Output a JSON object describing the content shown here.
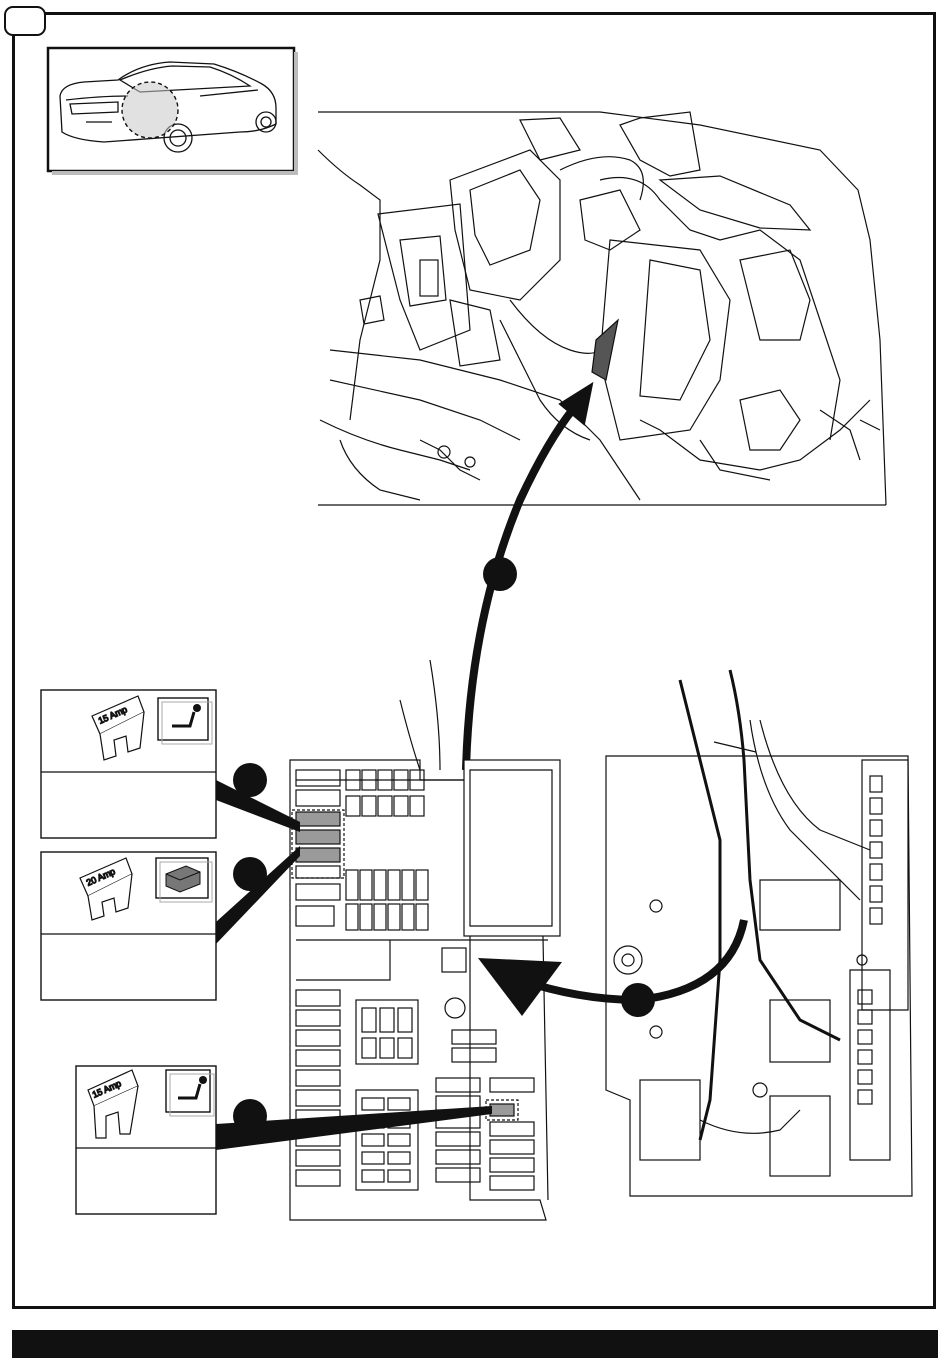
{
  "step": {
    "number": ""
  },
  "callouts": [
    {
      "id": "engine-bay-connection",
      "label": ""
    },
    {
      "id": "fuse-slot-1",
      "label": ""
    },
    {
      "id": "fuse-slot-2",
      "label": ""
    },
    {
      "id": "fuse-slot-3",
      "label": ""
    },
    {
      "id": "connector-transfer",
      "label": ""
    }
  ],
  "fuse_panels": [
    {
      "name": "fuse-15a-towbar",
      "fuse_text": "15 Amp",
      "function_icon": "towbar-icon",
      "caption": ""
    },
    {
      "name": "fuse-20a-module",
      "fuse_text": "20 Amp",
      "function_icon": "control-module-icon",
      "caption": ""
    },
    {
      "name": "fuse-15a-towbar-2",
      "fuse_text": "15 Amp",
      "function_icon": "towbar-icon",
      "caption": ""
    }
  ],
  "colors": {
    "line": "#111111",
    "highlight_fuse": "#9a9a9a",
    "panel_bg": "#ffffff",
    "bar": "#111111"
  }
}
